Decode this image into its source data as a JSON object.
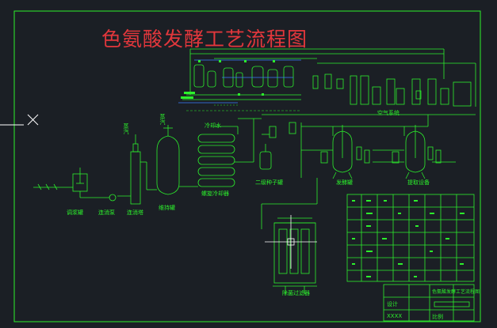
{
  "title": "色氨酸发酵工艺流程图",
  "labels": {
    "tank_mix": "调浆罐",
    "pump": "连消泵",
    "steam1": "蒸汽",
    "steam2": "蒸汽",
    "sterilizer": "连消塔",
    "holding_tank": "维持罐",
    "spiral_cooler": "螺旋冷却器",
    "cooling_water": "冷却水",
    "seed_tank2": "二级种子罐",
    "fermenter": "发酵罐",
    "extraction": "提取设备",
    "air_system": "空气系统",
    "filter": "除菌过滤器"
  },
  "title_block": {
    "design": "设计",
    "school": "XXXX",
    "drawing": "色氨酸发酵工艺流程图",
    "scale": "比例"
  },
  "colors": {
    "background": "#1b1f25",
    "lines": "#2cf02c",
    "title": "#e2373c",
    "accent": "#3a7cff",
    "cursor": "#ffffff"
  }
}
